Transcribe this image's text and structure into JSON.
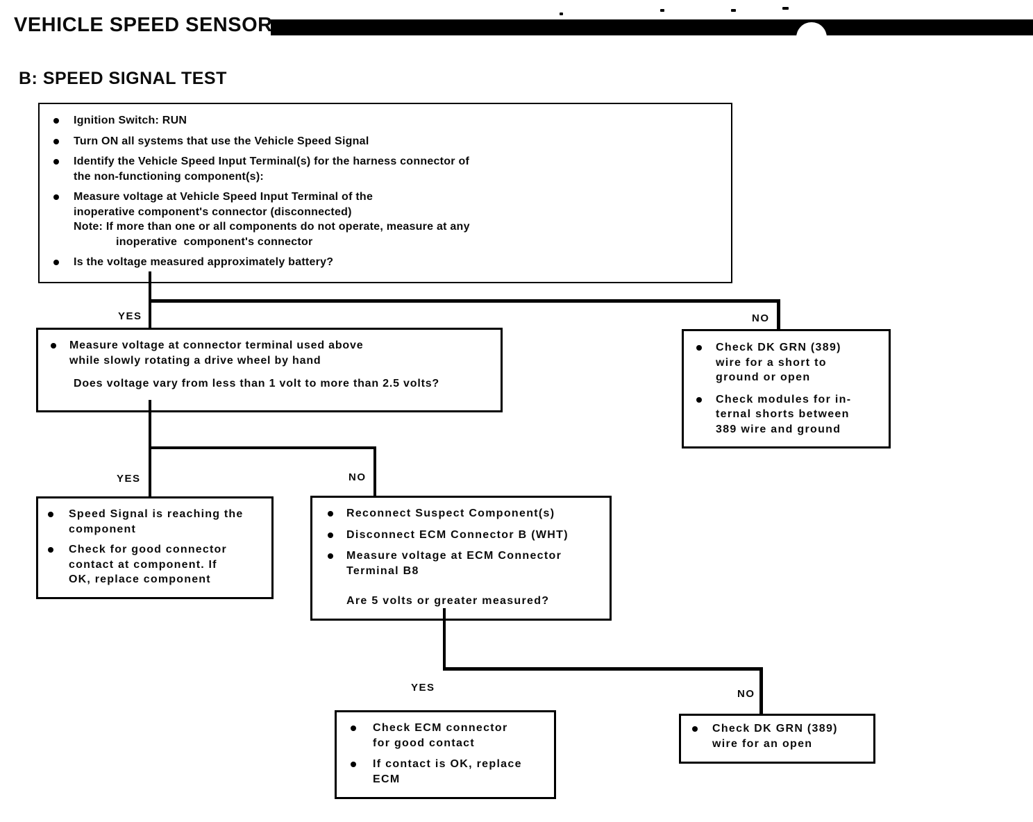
{
  "page": {
    "title": "VEHICLE SPEED SENSOR",
    "section_heading": "B: SPEED SIGNAL TEST"
  },
  "flowchart": {
    "labels": {
      "yes": "YES",
      "no": "NO"
    },
    "start_box": {
      "bullets": [
        "Ignition Switch: RUN",
        "Turn ON all systems that use the Vehicle Speed Signal",
        "Identify the Vehicle Speed Input Terminal(s) for the harness connector of\nthe non-functioning component(s):",
        "Measure voltage at Vehicle Speed Input Terminal of the\ninoperative component's connector (disconnected)\nNote: If more than one or all components do not operate, measure at any\n             inoperative  component's connector",
        "Is the voltage measured approximately battery?"
      ]
    },
    "rotate_box": {
      "bullets": [
        "Measure voltage at connector terminal used above\nwhile slowly rotating a drive wheel by hand"
      ],
      "question": "Does voltage vary from less than 1 volt to more than 2.5 volts?"
    },
    "dkgrn_short_box": {
      "bullets": [
        "Check DK GRN (389)\nwire for a short to\nground or open",
        "Check modules for in-\nternal shorts between\n389 wire and ground"
      ]
    },
    "signal_ok_box": {
      "bullets": [
        "Speed Signal is reaching the\ncomponent",
        "Check for good connector\ncontact at component. If\nOK, replace component"
      ]
    },
    "reconnect_box": {
      "bullets": [
        "Reconnect Suspect Component(s)",
        "Disconnect ECM Connector B (WHT)",
        "Measure voltage at ECM Connector\nTerminal B8"
      ],
      "question": "Are 5 volts or greater measured?"
    },
    "ecm_contact_box": {
      "bullets": [
        "Check ECM connector\nfor good contact",
        "If contact is OK, replace\nECM"
      ]
    },
    "dkgrn_open_box": {
      "bullets": [
        "Check DK GRN (389)\nwire for an open"
      ]
    }
  }
}
